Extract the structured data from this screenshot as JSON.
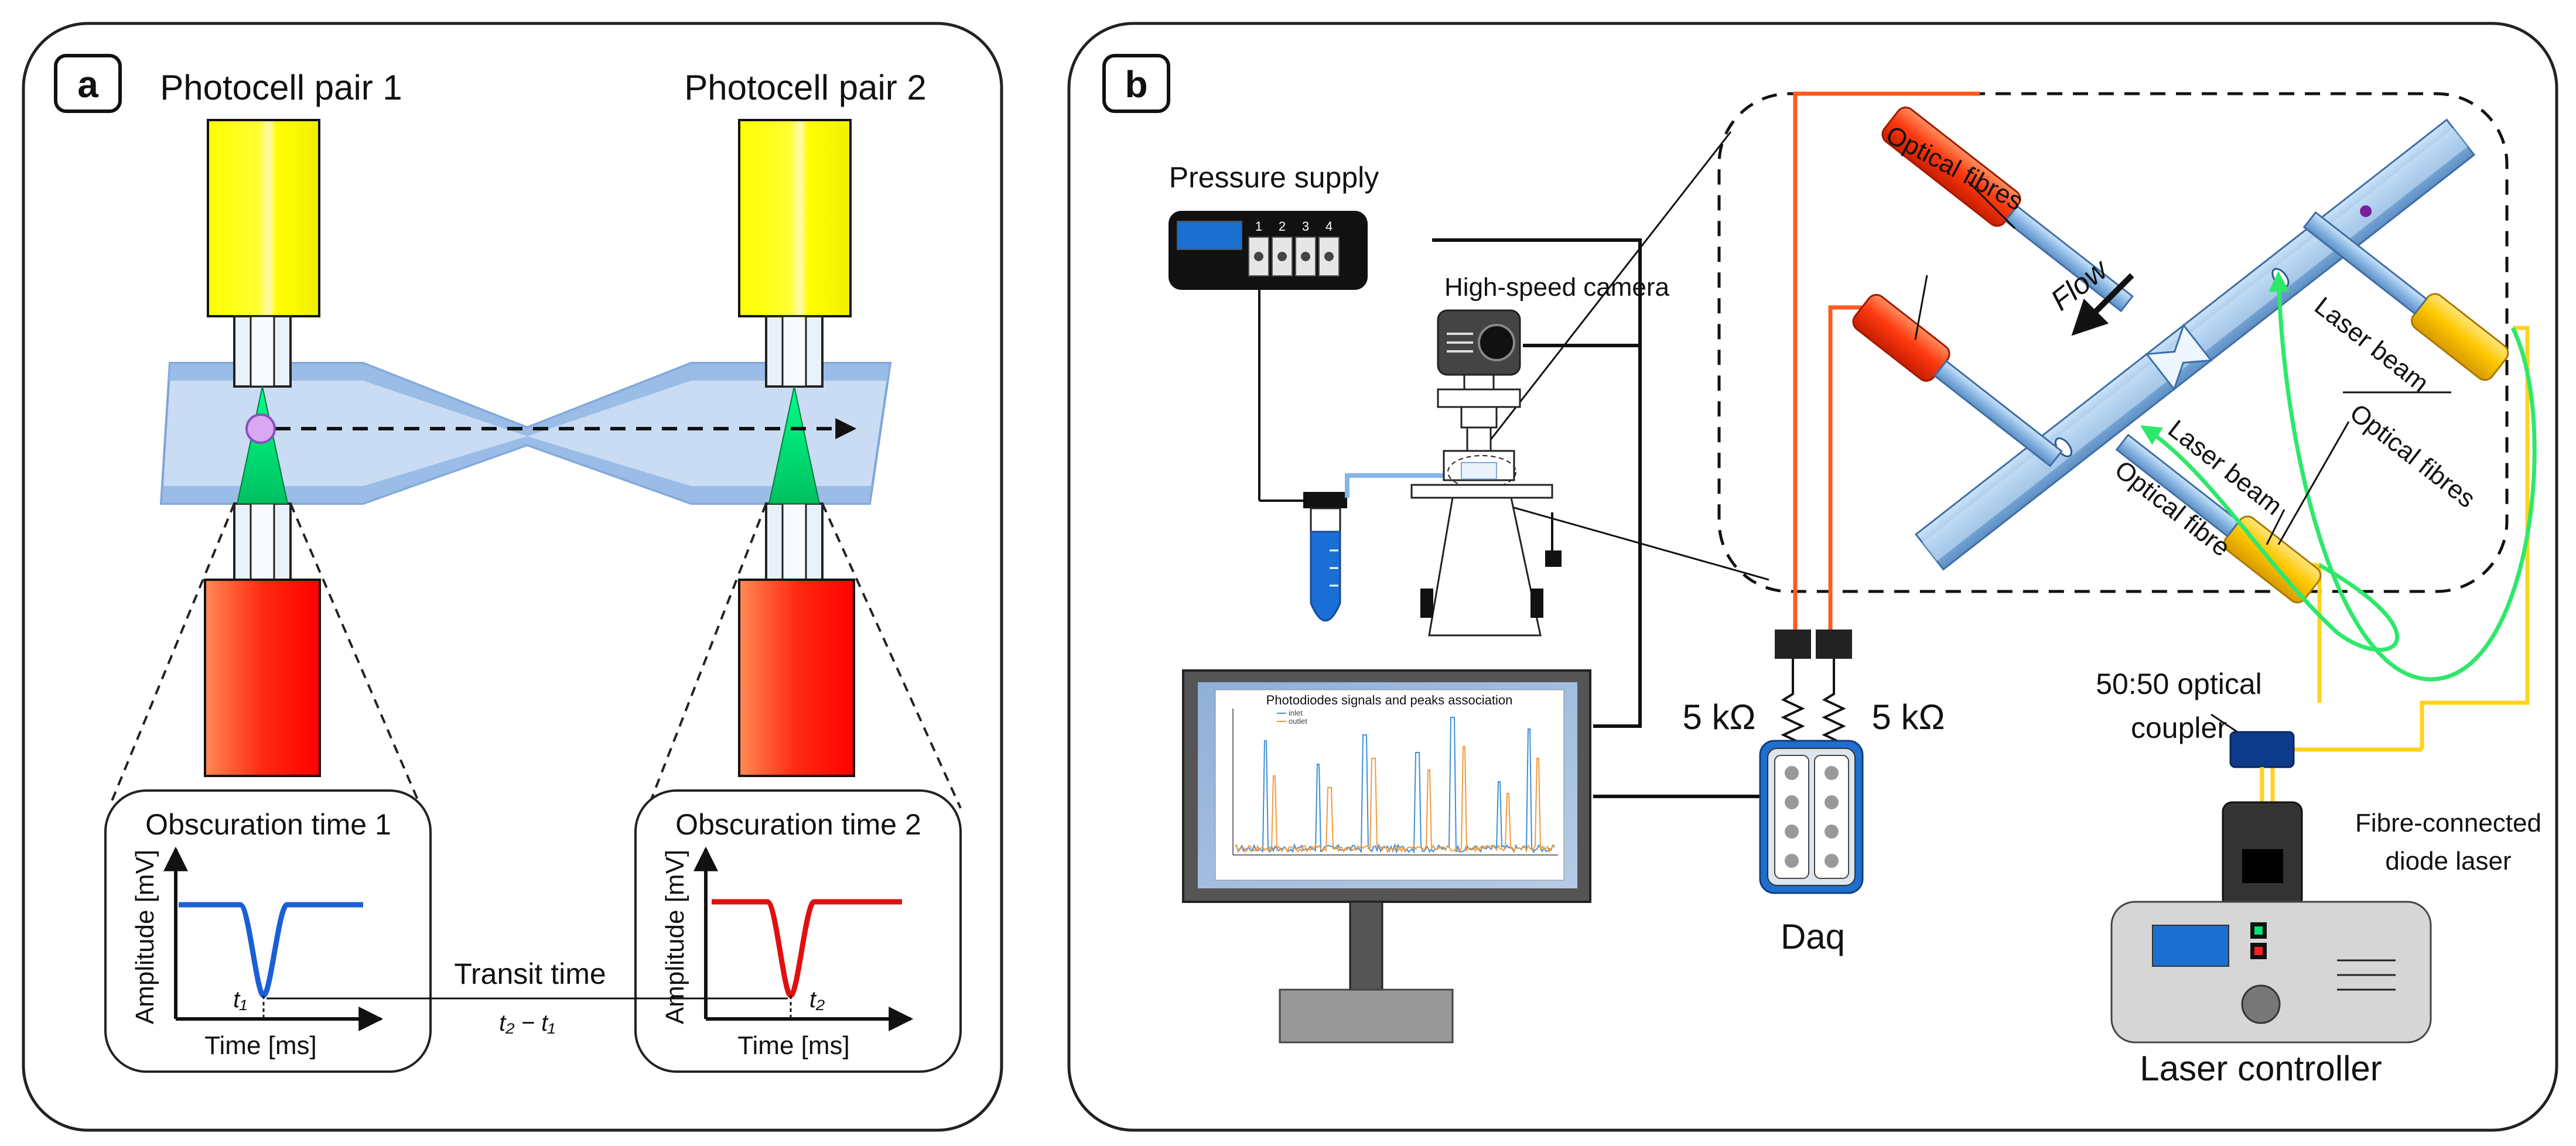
{
  "panel_a": {
    "letter": "a",
    "photocell1": "Photocell pair 1",
    "photocell2": "Photocell pair 2",
    "plot1": {
      "title": "Obscuration time 1",
      "ylabel": "Amplitude [mV]",
      "xlabel": "Time [ms]",
      "tlabel": "t₁",
      "color": "#1a5fd6"
    },
    "plot2": {
      "title": "Obscuration time 2",
      "ylabel": "Amplitude [mV]",
      "xlabel": "Time [ms]",
      "tlabel": "t₂",
      "color": "#e01010"
    },
    "transit_label": "Transit time",
    "transit_formula": "t₂ − t₁"
  },
  "panel_b": {
    "letter": "b",
    "pressure_supply": "Pressure supply",
    "channels": [
      "1",
      "2",
      "3",
      "4"
    ],
    "camera": "High-speed camera",
    "monitor": {
      "title": "Photodiodes signals and peaks association",
      "legend": [
        "inlet",
        "outlet"
      ]
    },
    "resistor1": "5 kΩ",
    "resistor2": "5 kΩ",
    "daq": "Daq",
    "coupler": [
      "50:50 optical",
      "coupler"
    ],
    "laser": [
      "Fibre-connected",
      "diode laser"
    ],
    "controller": "Laser controller",
    "inset": {
      "optical_fibres_top": "Optical fibres",
      "flow": "Flow",
      "laser_beam_1": "Laser beam",
      "laser_beam_2": "Laser beam",
      "optical_fibres_right": "Optical fibres",
      "optical_fibre_bottom": "Optical fibre"
    }
  },
  "colors": {
    "yellow": "#ffff00",
    "red": "#ff0000",
    "green": "#00e676",
    "channel": "#c9dcf3",
    "wire_orange": "#ff5a1f",
    "wire_yellow": "#ffd21f"
  }
}
